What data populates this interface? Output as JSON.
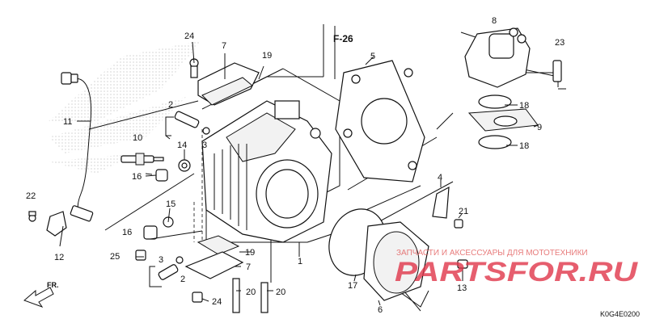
{
  "reference": {
    "label": "F-26"
  },
  "direction": {
    "label": "FR."
  },
  "diagram_code": {
    "label": "K0G4E0200"
  },
  "watermark": {
    "line1": "ЗАПЧАСТИ И АКСЕССУАРЫ ДЛЯ МОТОТЕХНИКИ",
    "line2": "PARTSFOR.RU",
    "color": "#e0364a"
  },
  "callouts": [
    {
      "id": "c1",
      "label": "1"
    },
    {
      "id": "c2a",
      "label": "2"
    },
    {
      "id": "c2b",
      "label": "2"
    },
    {
      "id": "c3a",
      "label": "3"
    },
    {
      "id": "c3b",
      "label": "3"
    },
    {
      "id": "c4",
      "label": "4"
    },
    {
      "id": "c5",
      "label": "5"
    },
    {
      "id": "c6",
      "label": "6"
    },
    {
      "id": "c7a",
      "label": "7"
    },
    {
      "id": "c7b",
      "label": "7"
    },
    {
      "id": "c8",
      "label": "8"
    },
    {
      "id": "c9",
      "label": "9"
    },
    {
      "id": "c10",
      "label": "10"
    },
    {
      "id": "c11",
      "label": "11"
    },
    {
      "id": "c12",
      "label": "12"
    },
    {
      "id": "c13",
      "label": "13"
    },
    {
      "id": "c14",
      "label": "14"
    },
    {
      "id": "c15",
      "label": "15"
    },
    {
      "id": "c16a",
      "label": "16"
    },
    {
      "id": "c16b",
      "label": "16"
    },
    {
      "id": "c17",
      "label": "17"
    },
    {
      "id": "c18a",
      "label": "18"
    },
    {
      "id": "c18b",
      "label": "18"
    },
    {
      "id": "c19a",
      "label": "19"
    },
    {
      "id": "c19b",
      "label": "19"
    },
    {
      "id": "c20a",
      "label": "20"
    },
    {
      "id": "c20b",
      "label": "20"
    },
    {
      "id": "c21",
      "label": "21"
    },
    {
      "id": "c22",
      "label": "22"
    },
    {
      "id": "c23",
      "label": "23"
    },
    {
      "id": "c24a",
      "label": "24"
    },
    {
      "id": "c24b",
      "label": "24"
    },
    {
      "id": "c25",
      "label": "25"
    }
  ]
}
